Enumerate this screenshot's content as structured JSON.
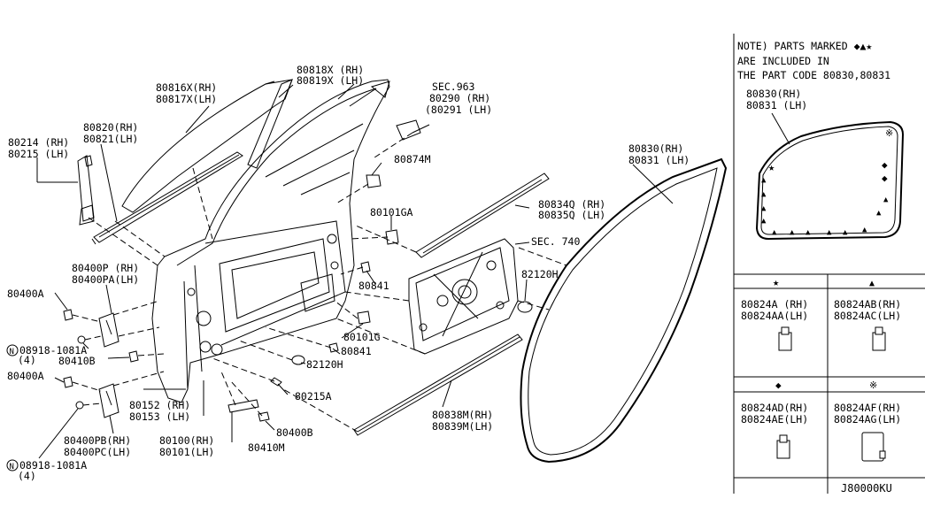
{
  "labels": {
    "p80214": "80214 (RH)",
    "p80215": "80215 (LH)",
    "p80820": "80820(RH)",
    "p80821": "80821(LH)",
    "p80816": "80816X(RH)",
    "p80817": "80817X(LH)",
    "p80818": "80818X (RH)",
    "p80819": "80819X (LH)",
    "sec963": "SEC.963",
    "p80290": "80290 (RH)",
    "p80291": "(80291 (LH)",
    "p80874": "80874M",
    "p80101ga": "80101GA",
    "p80834": "80834Q (RH)",
    "p80835": "80835Q (LH)",
    "sec740": "SEC. 740",
    "p82120h_r": "82120H",
    "p80841_a": "80841",
    "p80101g": "80101G",
    "p80841_b": "80841",
    "p82120h_c": "82120H",
    "p80400p": "80400P (RH)",
    "p80400pa": "80400PA(LH)",
    "p80400a_1": "80400A",
    "n08918_1": "08918-1081A",
    "qty_1": "(4)",
    "p80410b": "80410B",
    "p80400a_2": "80400A",
    "p80152": "80152 (RH)",
    "p80153": "80153 (LH)",
    "p80215a": "80215A",
    "p80400pb": "80400PB(RH)",
    "p80400pc": "80400PC(LH)",
    "p80100": "80100(RH)",
    "p80101": "80101(LH)",
    "p80400b": "80400B",
    "p80410m": "80410M",
    "n08918_2": "08918-1081A",
    "qty_2": "(4)",
    "p80830": "80830(RH)",
    "p80831": "80831 (LH)",
    "p80838": "80838M(RH)",
    "p80839": "80839M(LH)",
    "circle_n": "N"
  },
  "note": {
    "line1": "NOTE) PARTS MARKED ",
    "symbols": "◆▲★",
    "line2": "ARE INCLUDED IN",
    "line3": "THE PART CODE 80830,80831"
  },
  "inset": {
    "p80830": "80830(RH)",
    "p80831": "80831 (LH)"
  },
  "clips": [
    {
      "symbol": "★",
      "rh": "80824A (RH)",
      "lh": "80824AA(LH)"
    },
    {
      "symbol": "▲",
      "rh": "80824AB(RH)",
      "lh": "80824AC(LH)"
    },
    {
      "symbol": "◆",
      "rh": "80824AD(RH)",
      "lh": "80824AE(LH)"
    },
    {
      "symbol": "※",
      "rh": "80824AF(RH)",
      "lh": "80824AG(LH)"
    }
  ],
  "diagram_code": "J80000KU"
}
